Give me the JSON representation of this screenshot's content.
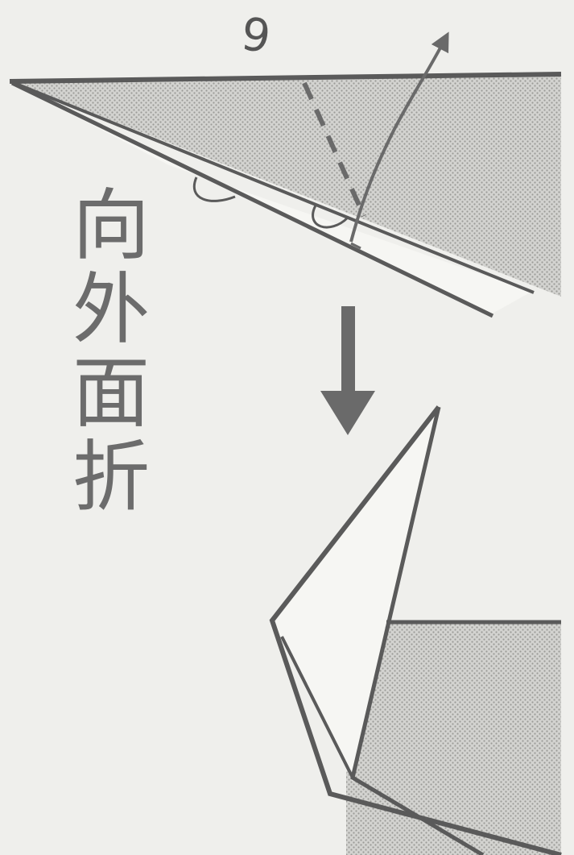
{
  "caption": {
    "chars": [
      "向",
      "外",
      "面",
      "折"
    ]
  },
  "step_number": "9",
  "colors": {
    "background": "#efefec",
    "line": "#5a5a5a",
    "fold_dashed": "#6a6a6a",
    "arrow": "#6a6a6a",
    "paper_shaded": "#c9c9c6",
    "paper_white": "#f6f6f3"
  },
  "icons": {
    "top": "fold-arrow-icon",
    "middle": "down-arrow-icon"
  }
}
